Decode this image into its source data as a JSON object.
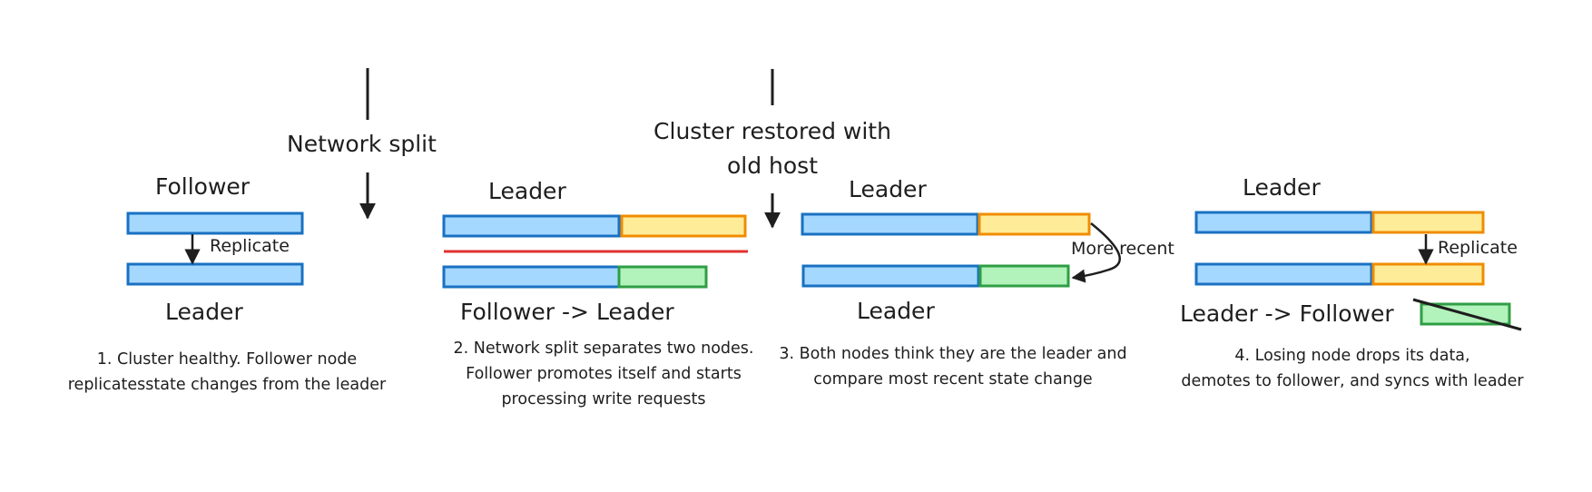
{
  "colors": {
    "blue_fill": "#a5d8ff",
    "blue_stroke": "#1971c2",
    "yellow_fill": "#ffec99",
    "yellow_stroke": "#f08c00",
    "green_fill": "#b2f2bb",
    "green_stroke": "#2f9e44",
    "split_line": "#e03131",
    "ink": "#1e1e1e"
  },
  "transitions": {
    "network_split": "Network split",
    "cluster_restored_line1": "Cluster restored with",
    "cluster_restored_line2": "old host"
  },
  "panel1": {
    "top_label": "Follower",
    "bottom_label": "Leader",
    "arrow_label": "Replicate",
    "caption_line1": "1. Cluster healthy. Follower node",
    "caption_line2": "replicatesstate changes from the leader"
  },
  "panel2": {
    "top_label": "Leader",
    "bottom_label": "Follower -> Leader",
    "caption_line1": "2. Network split separates two nodes.",
    "caption_line2": "Follower promotes itself and starts",
    "caption_line3": "processing write requests"
  },
  "panel3": {
    "top_label": "Leader",
    "bottom_label": "Leader",
    "arrow_label": "More recent",
    "caption_line1": "3. Both nodes think they are the leader and",
    "caption_line2": "compare most recent state change"
  },
  "panel4": {
    "top_label": "Leader",
    "bottom_label": "Leader -> Follower",
    "arrow_label": "Replicate",
    "caption_line1": "4. Losing node drops its data,",
    "caption_line2": "demotes to follower, and syncs with leader"
  }
}
